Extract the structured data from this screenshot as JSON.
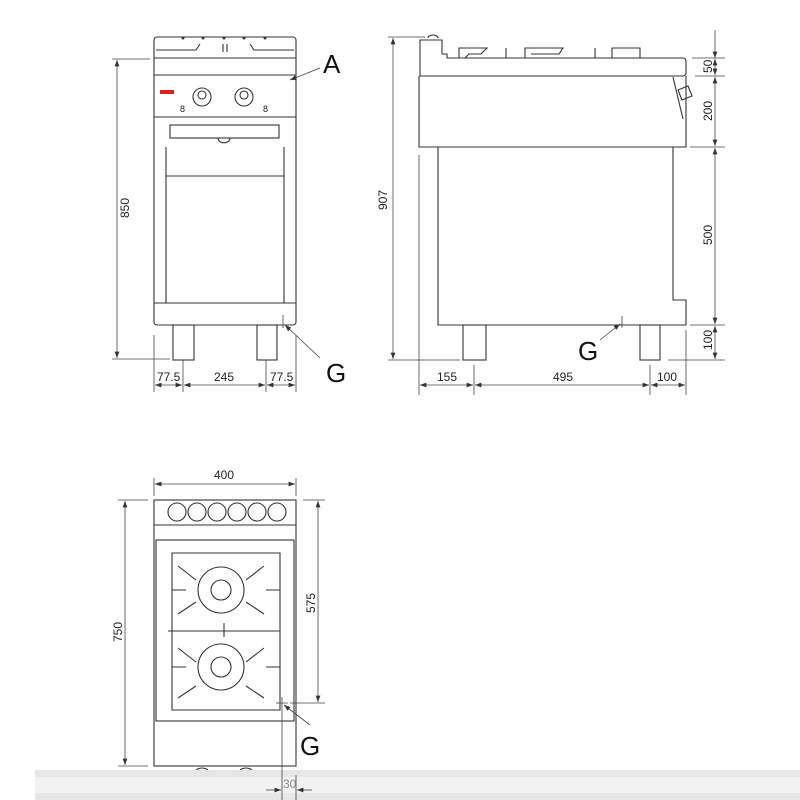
{
  "callouts": {
    "a": "A",
    "g_front": "G",
    "g_side": "G",
    "g_top": "G"
  },
  "front_view": {
    "height_850": "850",
    "width_left": "77.5",
    "width_mid": "245",
    "width_right": "77.5",
    "knob_mark_left": "8",
    "knob_mark_right": "8"
  },
  "side_view": {
    "height_907": "907",
    "seg_50": "50",
    "seg_200": "200",
    "seg_500": "500",
    "seg_100": "100",
    "depth_155": "155",
    "depth_495": "495",
    "depth_100": "100"
  },
  "top_view": {
    "width_400": "400",
    "depth_750": "750",
    "depth_575": "575",
    "offset_30": "30"
  },
  "colors": {
    "line": "#333333",
    "logo_red": "#e02020",
    "footer_band": "#e6e6e6"
  }
}
